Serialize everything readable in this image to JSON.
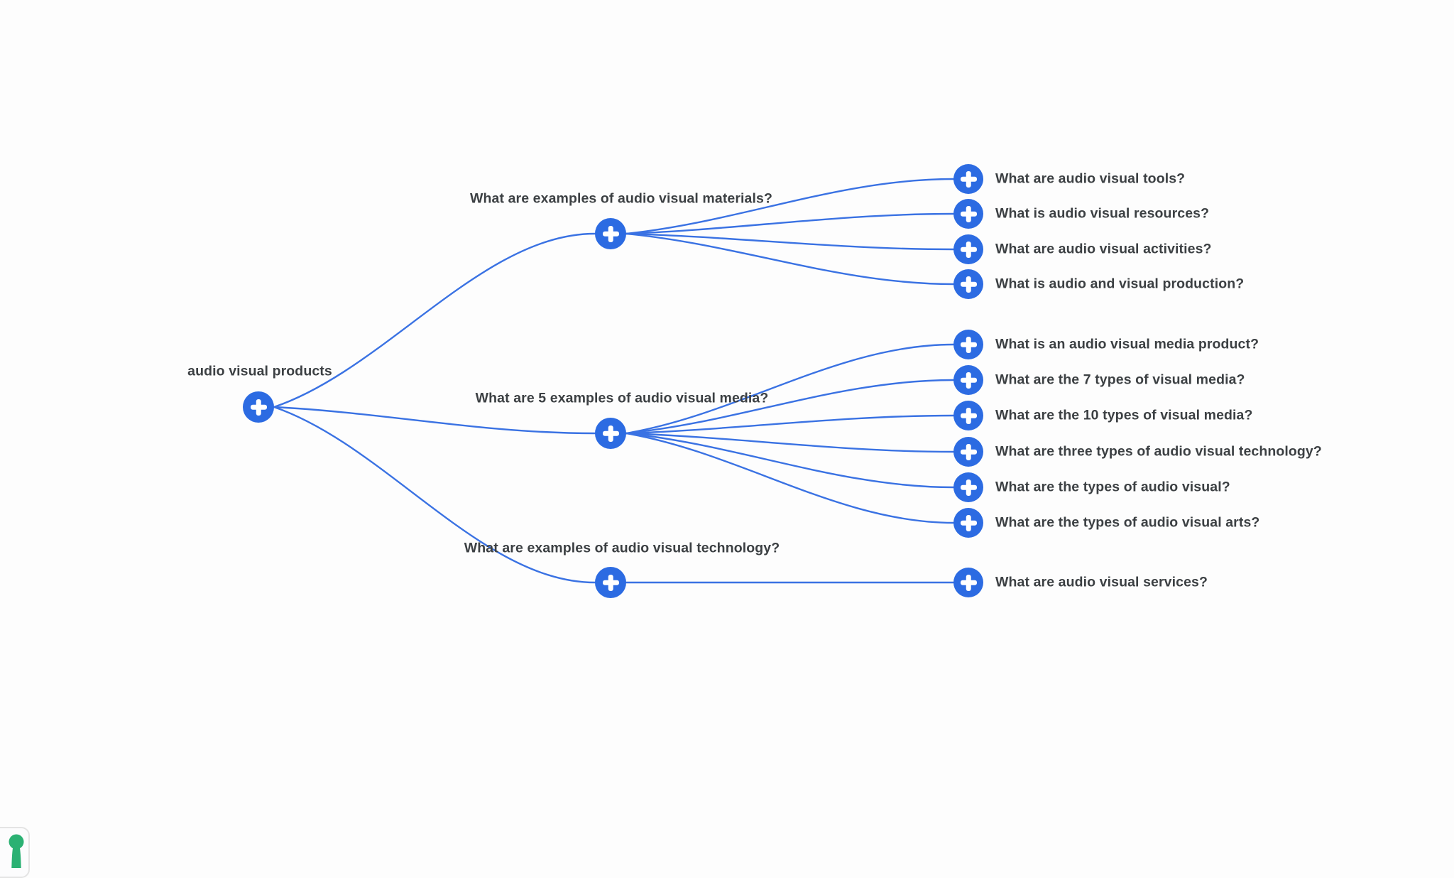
{
  "palette": {
    "node_blue": "#2c6be2",
    "edge_blue": "#3a72e3",
    "label_text": "#3c4043",
    "widget_green": "#2bb173",
    "widget_border": "#e4e4e4",
    "canvas_background": "#fdfdfd"
  },
  "icons": {
    "node_icon": "plus-icon",
    "corner_icon": "keyhole-person-icon"
  },
  "mindmap": {
    "root": {
      "label": "audio visual products"
    },
    "branches": [
      {
        "label": "What are examples of audio visual materials?",
        "children": [
          {
            "label": "What are audio visual tools?"
          },
          {
            "label": "What is audio visual resources?"
          },
          {
            "label": "What are audio visual activities?"
          },
          {
            "label": "What is audio and visual production?"
          }
        ]
      },
      {
        "label": "What are 5 examples of audio visual media?",
        "children": [
          {
            "label": "What is an audio visual media product?"
          },
          {
            "label": "What are the 7 types of visual media?"
          },
          {
            "label": "What are the 10 types of visual media?"
          },
          {
            "label": "What are three types of audio visual technology?"
          },
          {
            "label": "What are the types of audio visual?"
          },
          {
            "label": "What are the types of audio visual arts?"
          }
        ]
      },
      {
        "label": "What are examples of audio visual technology?",
        "children": [
          {
            "label": "What are audio visual services?"
          }
        ]
      }
    ]
  }
}
